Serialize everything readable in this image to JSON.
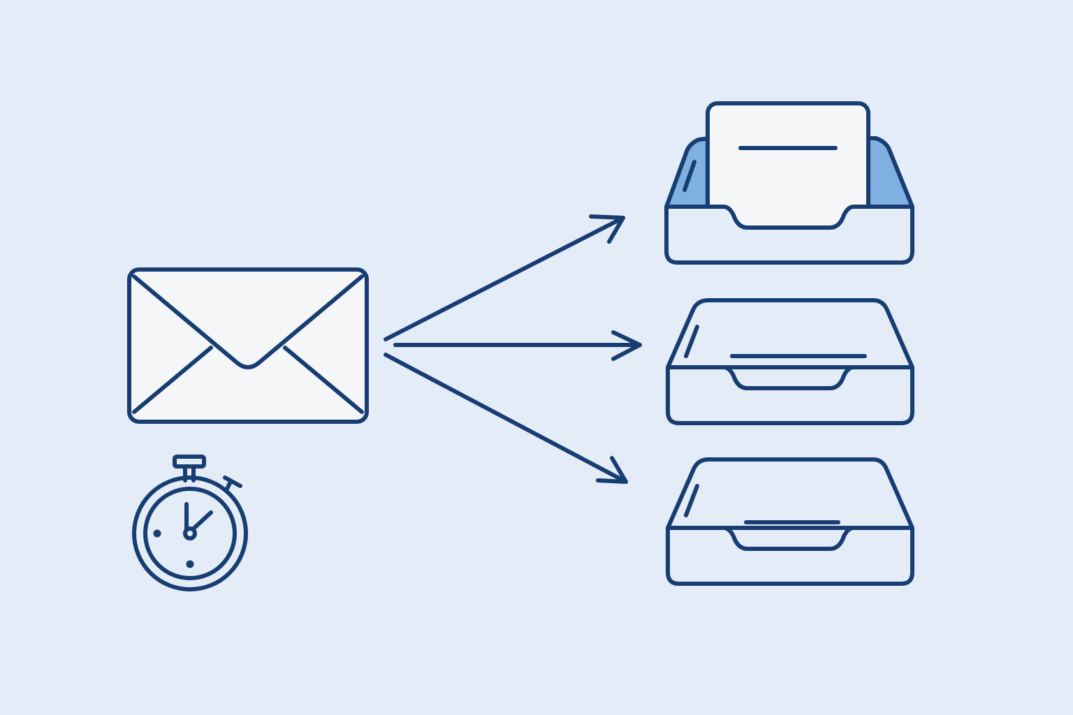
{
  "colors": {
    "background": "#e4edf7",
    "stroke": "#173d72",
    "paper": "#f5f6f8",
    "tray_inner": "#7fb0e0"
  },
  "source": {
    "icon": "envelope-icon",
    "timer_icon": "stopwatch-icon"
  },
  "routes": [
    {
      "arrow": "arrow-right-up-icon",
      "target": "tray-top"
    },
    {
      "arrow": "arrow-right-icon",
      "target": "tray-middle"
    },
    {
      "arrow": "arrow-right-down-icon",
      "target": "tray-bottom"
    }
  ],
  "trays": [
    {
      "name": "tray-top",
      "icon": "inbox-tray-icon",
      "contains_document": true
    },
    {
      "name": "tray-middle",
      "icon": "inbox-tray-icon",
      "contains_document": false
    },
    {
      "name": "tray-bottom",
      "icon": "inbox-tray-icon",
      "contains_document": false
    }
  ]
}
